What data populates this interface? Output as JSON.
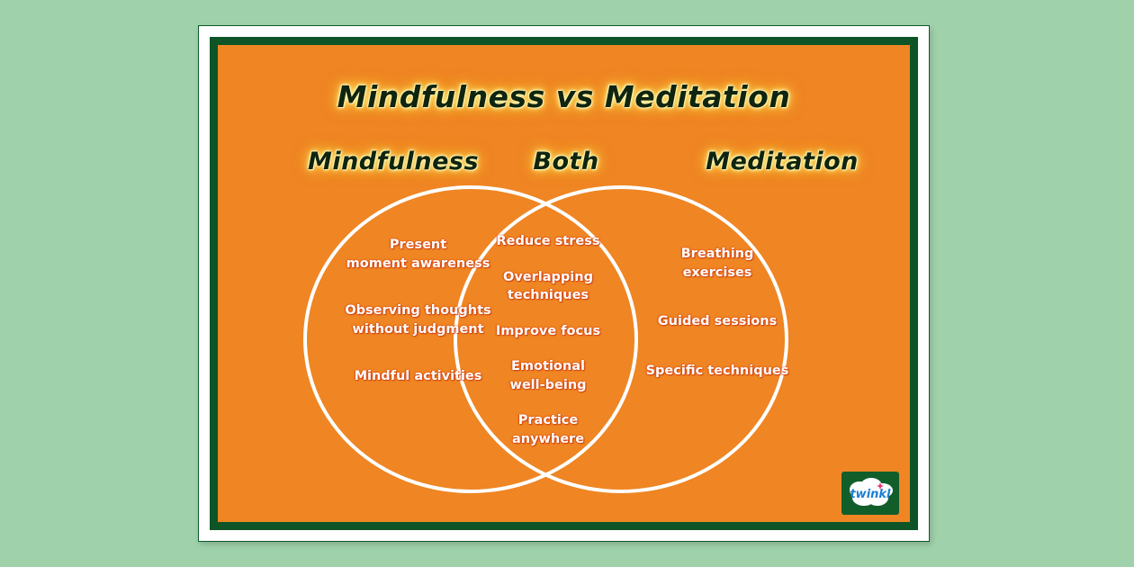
{
  "poster": {
    "title": "Mindfulness vs Meditation",
    "colors": {
      "page_background": "#9fd2aa",
      "poster_background": "#ef8523",
      "frame_outer": "#ffffff",
      "frame_inner": "#0d5426",
      "circle_stroke": "#ffffff",
      "heading_text": "#10240f",
      "heading_glow": "#ffd84d",
      "body_text": "#ffffff"
    },
    "headings": {
      "left": "Mindfulness",
      "center": "Both",
      "right": "Meditation"
    },
    "venn": {
      "type": "two-circle-venn",
      "left_only": [
        "Present\nmoment awareness",
        "Observing thoughts\nwithout judgment",
        "Mindful activities"
      ],
      "intersection": [
        "Reduce stress",
        "Overlapping\ntechniques",
        "Improve focus",
        "Emotional\nwell-being",
        "Practice\nanywhere"
      ],
      "right_only": [
        "Breathing\nexercises",
        "Guided sessions",
        "Specific techniques"
      ]
    },
    "branding": {
      "logo_text": "twinkl",
      "logo_background": "#125e2b",
      "logo_text_color": "#1a7fd4",
      "logo_sparkle_color": "#e8326e"
    }
  }
}
